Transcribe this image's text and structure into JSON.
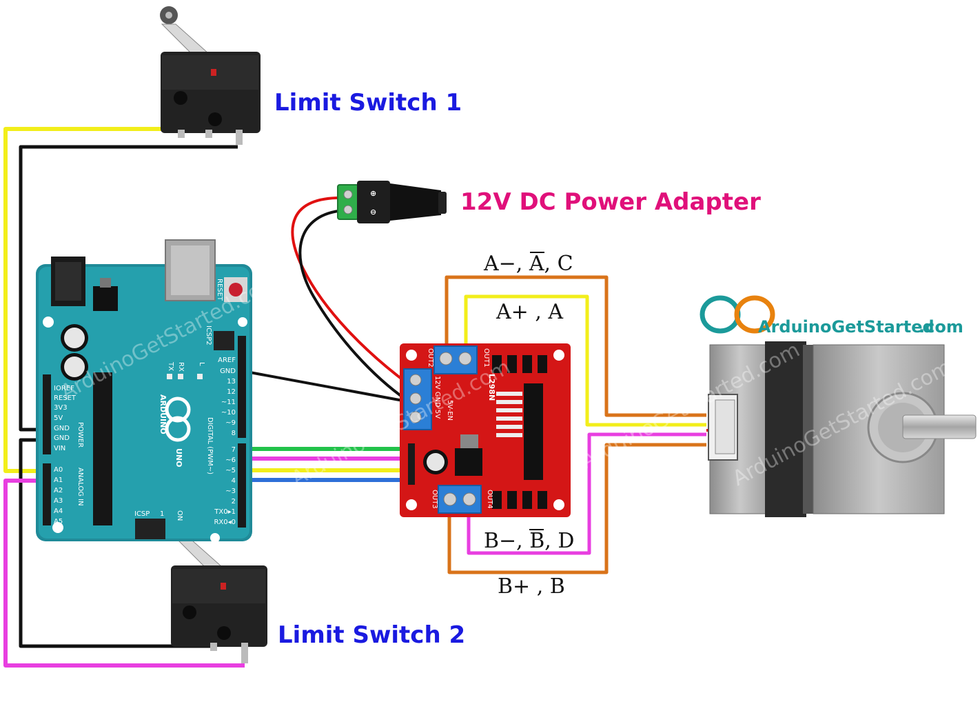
{
  "labels": {
    "limit_switch_1": "Limit Switch 1",
    "limit_switch_2": "Limit Switch 2",
    "power_adapter": "12V DC Power Adapter",
    "coil_a_minus": "A−, A, C",
    "coil_a_plus": "A+ , A",
    "coil_b_minus": "B−, B, D",
    "coil_b_plus": "B+ , B"
  },
  "brand": {
    "name_part1": "ArduinoGetStarted",
    "name_part2": ".com",
    "watermark": "ArduinoGetStarted.com",
    "colors": {
      "teal": "#1b9a9a",
      "orange": "#e8820e",
      "green": "#2e9e4f"
    }
  },
  "arduino": {
    "model": "UNO",
    "name": "ARDUINO",
    "reset_label": "RESET",
    "icsp2": "ICSP2",
    "icsp": "ICSP",
    "tx": "TX",
    "rx": "RX",
    "l": "L",
    "on": "ON",
    "power_header": "POWER",
    "analog_header": "ANALOG IN",
    "digital_header": "DIGITAL (PWM~)",
    "one": "1",
    "left_pins": [
      "IOREF",
      "RESET",
      "3V3",
      "5V",
      "GND",
      "GND",
      "VIN"
    ],
    "analog_pins": [
      "A0",
      "A1",
      "A2",
      "A3",
      "A4",
      "A5"
    ],
    "top_right_pins": [
      "AREF",
      "GND",
      "13",
      "12",
      "~11",
      "~10",
      "~9",
      "8"
    ],
    "bottom_right_pins": [
      "7",
      "~6",
      "~5",
      "4",
      "~3",
      "2",
      "TX0▸1",
      "RX0◂0"
    ]
  },
  "driver": {
    "chip": "L298N",
    "out1": "OUT1",
    "out2": "OUT2",
    "out3": "OUT3",
    "out4": "OUT4",
    "power_terminal": "12V GND 5V",
    "en": "5V-EN"
  },
  "wire_colors": {
    "yellow": "#f2ee1a",
    "black": "#111111",
    "magenta": "#e83ee0",
    "green": "#22c24a",
    "blue": "#2e6fd8",
    "red": "#e01010",
    "orange": "#d9731a"
  }
}
